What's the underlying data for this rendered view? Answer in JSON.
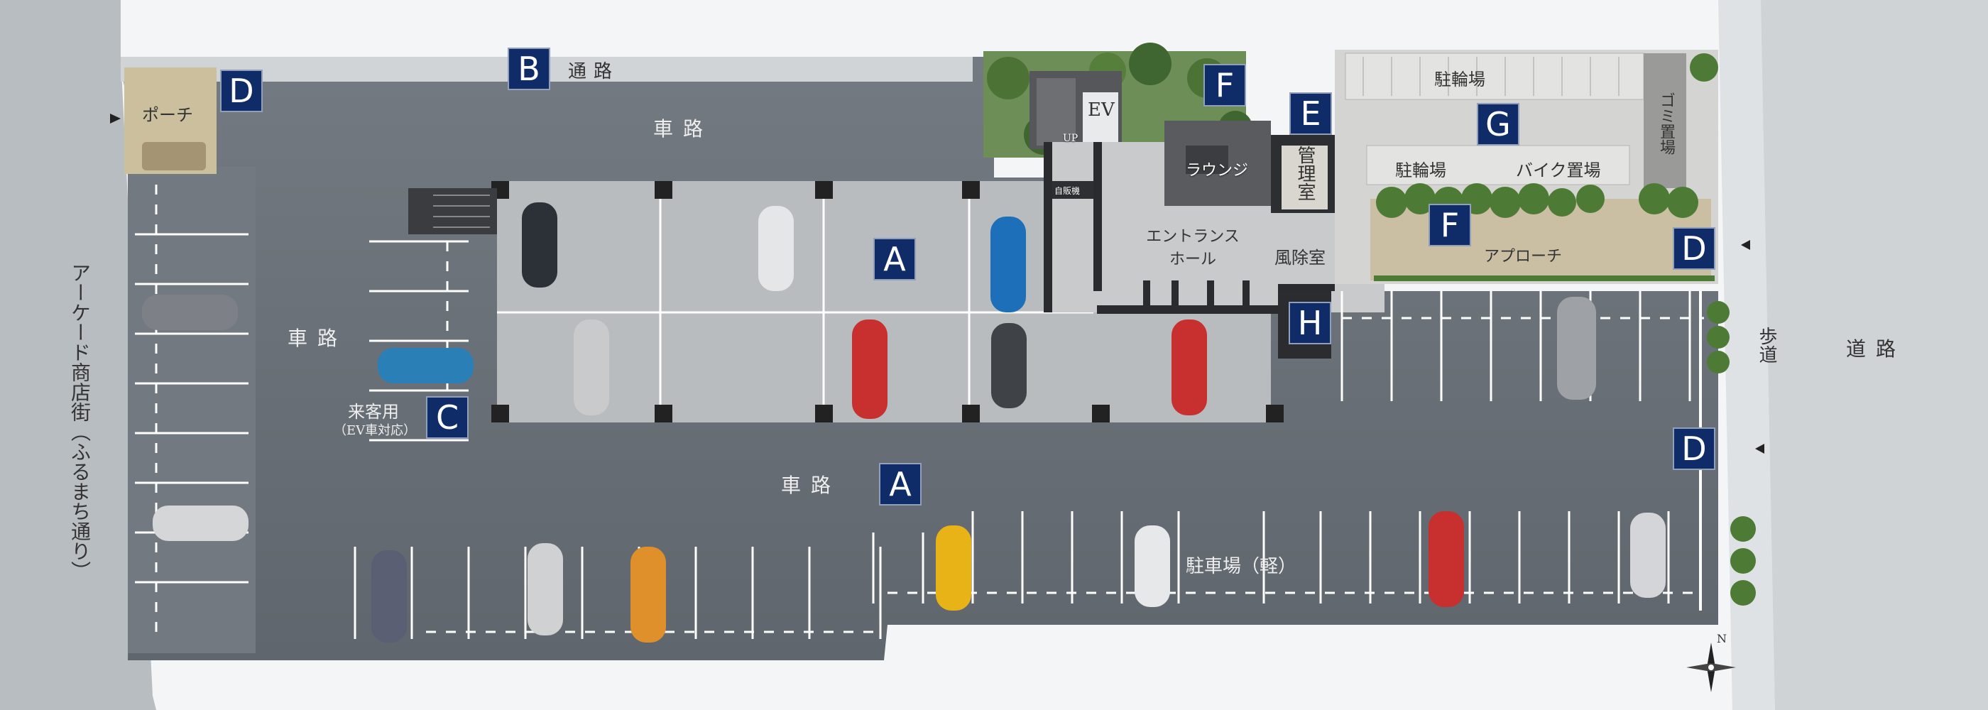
{
  "roads": {
    "shadow_street": "アーケード商店街（ふるまち通り）",
    "main_road": "道路",
    "sidewalk": "歩道",
    "driveway_top": "車路",
    "driveway_left": "車路",
    "driveway_bottom": "車路",
    "passage": "通路"
  },
  "facilities": {
    "porch": "ポーチ",
    "lounge": "ラウンジ",
    "management_office": "管理室",
    "entrance_hall": "エントランスホール",
    "windbreak_room": "風除室",
    "bicycle_parking_top": "駐輪場",
    "bicycle_parking_bottom": "駐輪場",
    "bike_parking": "バイク置場",
    "garbage_area": "ゴミ置場",
    "approach": "アプローチ",
    "elevator": "EV",
    "stairs_up": "UP",
    "vending_machine": "自販機",
    "visitor_parking": "来客用",
    "visitor_parking_note": "（EV車対応）",
    "light_car_parking": "駐車場（軽）"
  },
  "legend_badges": {
    "A1": "A",
    "A2": "A",
    "B": "B",
    "C": "C",
    "D1": "D",
    "D2": "D",
    "D3": "D",
    "E": "E",
    "F1": "F",
    "F2": "F",
    "G": "G",
    "H": "H"
  },
  "compass": "N",
  "colors": {
    "badge": "#0f2c69",
    "asphalt": "#6b7177",
    "pavement": "#c9ccce",
    "building": "#4a4b4e",
    "greenery": "#4f7a3a"
  }
}
